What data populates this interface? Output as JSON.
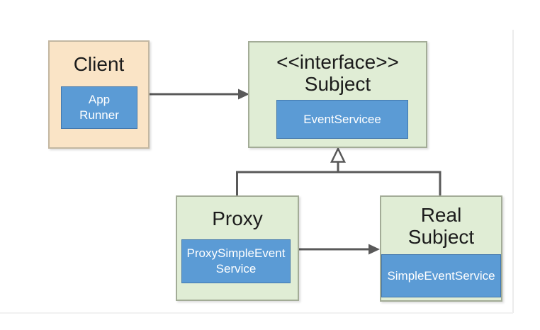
{
  "colors": {
    "client_fill": "#fae4c6",
    "client_border": "#c3b7a1",
    "interface_fill": "#e0edd5",
    "interface_border": "#a3ac97",
    "member_fill": "#5b9bd5",
    "member_border": "#4378ad",
    "member_text": "#ffffff",
    "title_text": "#1c1c1c",
    "connector": "#595959"
  },
  "nodes": {
    "client": {
      "title": "Client",
      "member": "App\nRunner"
    },
    "subject": {
      "stereotype": "<<interface>>",
      "title": "Subject",
      "member": "EventServicee"
    },
    "proxy": {
      "title": "Proxy",
      "member": "ProxySimpleEvent Service"
    },
    "real_subject": {
      "title": "Real\nSubject",
      "member": "SimpleEventService"
    }
  },
  "relationships": [
    {
      "from": "Client",
      "to": "Subject",
      "type": "association-arrow"
    },
    {
      "from": "Proxy",
      "to": "Subject",
      "type": "realization-hollow-triangle"
    },
    {
      "from": "Real Subject",
      "to": "Subject",
      "type": "realization-hollow-triangle"
    },
    {
      "from": "Proxy",
      "to": "Real Subject",
      "type": "association-arrow"
    }
  ]
}
